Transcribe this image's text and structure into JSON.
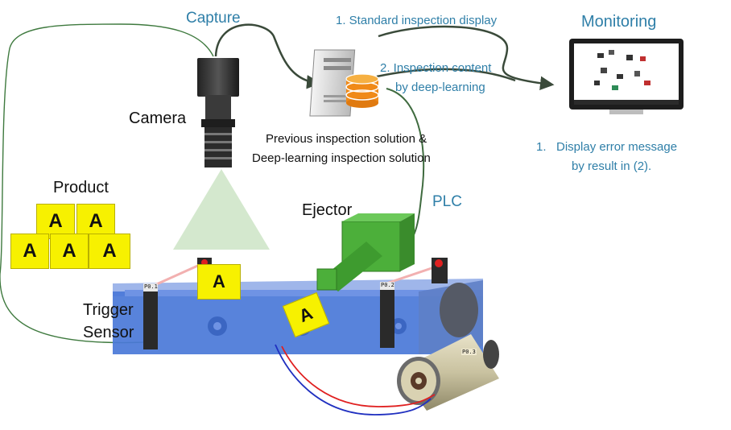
{
  "labels": {
    "capture": "Capture",
    "standard_display": "1. Standard inspection display",
    "monitoring": "Monitoring",
    "inspection_content_line1": "2. Inspection content",
    "inspection_content_line2": "by deep-learning",
    "camera": "Camera",
    "solution_line1": "Previous inspection solution &",
    "solution_line2": "Deep-learning inspection solution",
    "display_error_line1": "1.   Display error message",
    "display_error_line2": "by result in (2).",
    "plc": "PLC",
    "product": "Product",
    "ejector": "Ejector",
    "trigger": "Trigger",
    "sensor": "Sensor"
  },
  "product_letter": "A",
  "tags": {
    "sensor_left": "P0.1",
    "sensor_right": "P0.2",
    "motor": "P0.3"
  },
  "colors": {
    "label_blue": "#2f7fa8",
    "conveyor_blue": "#4a78d8",
    "product_yellow": "#f7f100",
    "ejector_green": "#4caf3a",
    "wire_green": "#3f6b3f",
    "wire_red": "#e02020",
    "wire_blue": "#2030c0"
  }
}
